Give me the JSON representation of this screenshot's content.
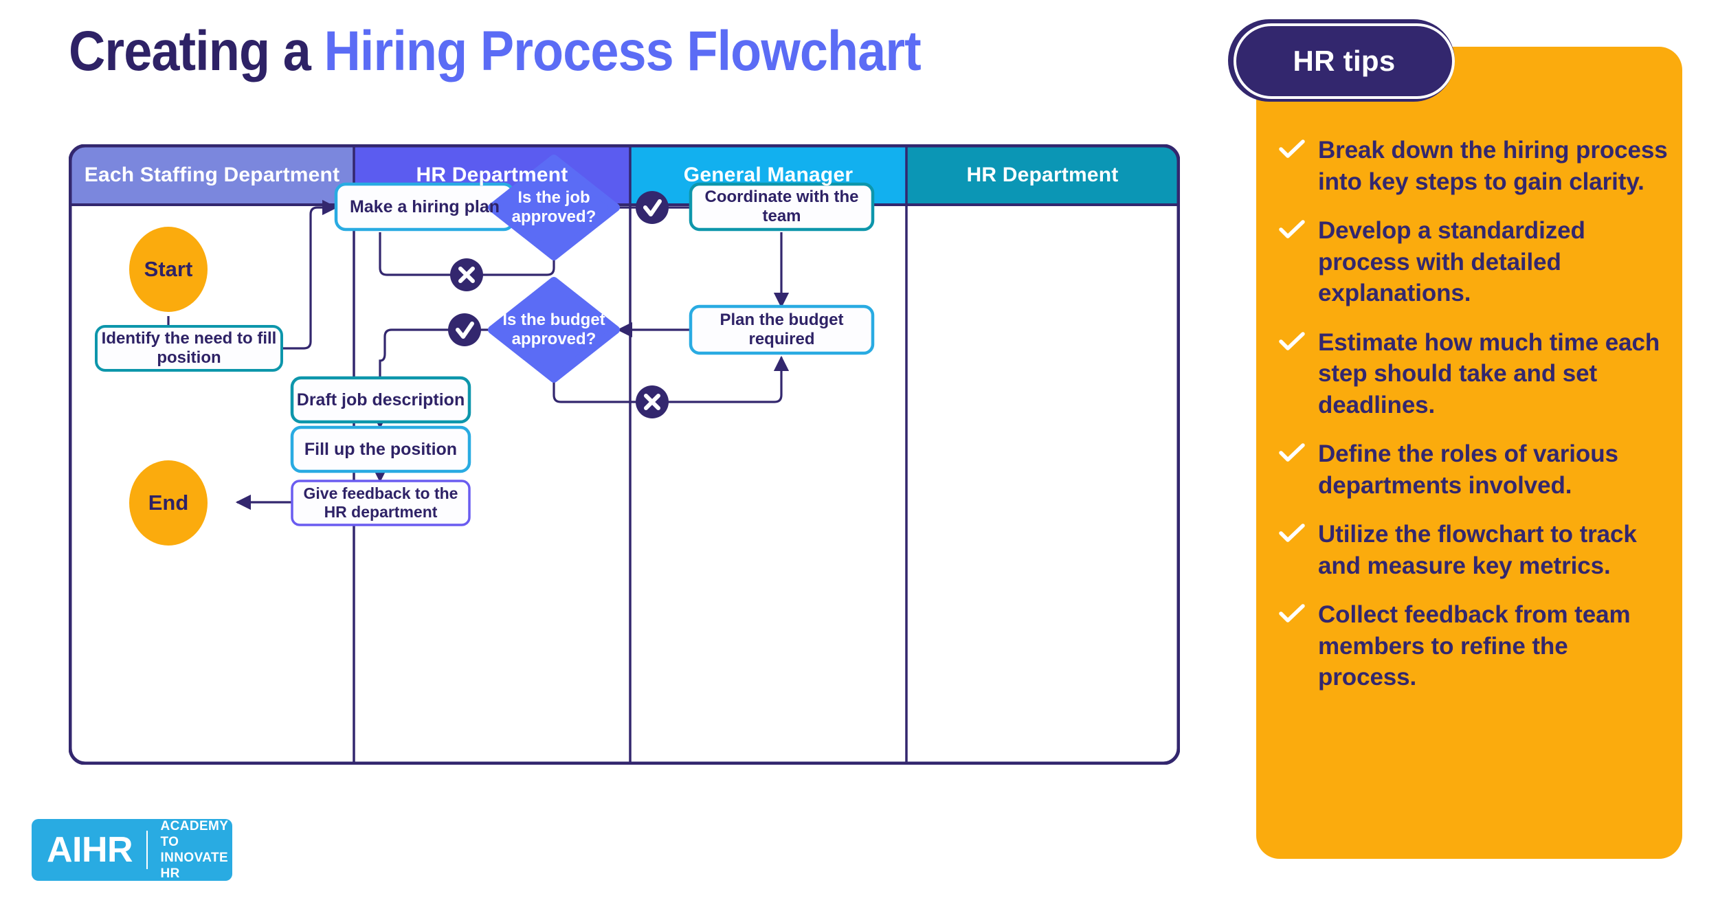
{
  "title": {
    "part1": "Creating a ",
    "part2": "Hiring Process Flowchart"
  },
  "colors": {
    "navy": "#33276e",
    "title_dark": "#2e2266",
    "title_blue": "#5b6cf5",
    "lane1": "#7b87dd",
    "lane2": "#5b5cf0",
    "lane3": "#12b0ef",
    "lane4": "#0b96b5",
    "orange": "#fbab0d",
    "cyan_border": "#29abe2",
    "teal_border": "#0d96ab",
    "violet_border": "#6a5cf0",
    "diamond": "#5b6cf5",
    "logo_blue": "#29abe2"
  },
  "swimlanes": [
    {
      "id": "lane-each-staffing-department",
      "label": "Each Staffing Department",
      "color": "#7b87dd"
    },
    {
      "id": "lane-hr-department-1",
      "label": "HR Department",
      "color": "#5b5cf0"
    },
    {
      "id": "lane-general-manager",
      "label": "General Manager",
      "color": "#12b0ef"
    },
    {
      "id": "lane-hr-department-2",
      "label": "HR Department",
      "color": "#0b96b5"
    }
  ],
  "nodes": [
    {
      "id": "start",
      "label": "Start",
      "shape": "ellipse",
      "lane": 0
    },
    {
      "id": "identify-need",
      "label": "Identify the need to fill position",
      "shape": "box",
      "lane": 0
    },
    {
      "id": "make-hiring-plan",
      "label": "Make a hiring plan",
      "shape": "box",
      "lane": 1
    },
    {
      "id": "is-job-approved",
      "label": "Is the job approved?",
      "shape": "diamond",
      "lane": 2
    },
    {
      "id": "coordinate-with-team",
      "label": "Coordinate with the team",
      "shape": "box",
      "lane": 3
    },
    {
      "id": "plan-budget-required",
      "label": "Plan the budget required",
      "shape": "box",
      "lane": 3
    },
    {
      "id": "is-budget-approved",
      "label": "Is the budget approved?",
      "shape": "diamond",
      "lane": 2
    },
    {
      "id": "draft-job-description",
      "label": "Draft job description",
      "shape": "box",
      "lane": 1
    },
    {
      "id": "fill-up-position",
      "label": "Fill up the position",
      "shape": "box",
      "lane": 1
    },
    {
      "id": "give-feedback",
      "label": "Give feedback to the HR department",
      "shape": "box",
      "lane": 1
    },
    {
      "id": "end",
      "label": "End",
      "shape": "ellipse",
      "lane": 0
    }
  ],
  "decision_badges": [
    {
      "id": "job-approved-yes",
      "glyph": "✓",
      "meaning": "yes"
    },
    {
      "id": "job-approved-no",
      "glyph": "✕",
      "meaning": "no"
    },
    {
      "id": "budget-approved-yes",
      "glyph": "✓",
      "meaning": "yes"
    },
    {
      "id": "budget-approved-no",
      "glyph": "✕",
      "meaning": "no"
    }
  ],
  "tips_panel": {
    "badge_label": "HR tips",
    "check_glyph": "✓",
    "items": [
      "Break down the hiring process into key steps to gain clarity.",
      "Develop a standardized process with detailed explanations.",
      "Estimate how much time each step should take and set deadlines.",
      "Define the roles of various departments involved.",
      "Utilize the flowchart to track and measure key metrics.",
      "Collect feedback from team members to refine the process."
    ]
  },
  "logo": {
    "mark": "AIHR",
    "tagline_line1": "ACADEMY TO",
    "tagline_line2": "INNOVATE HR"
  }
}
